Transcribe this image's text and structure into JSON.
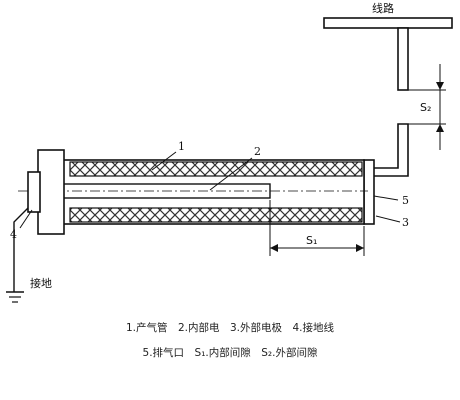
{
  "labels": {
    "line": "线路",
    "ground": "接地",
    "s_outer": "S₂",
    "s_inner": "S₁",
    "callouts": [
      "1",
      "2",
      "4",
      "5",
      "3"
    ]
  },
  "legend": {
    "row1": "1.产气管　2.内部电　3.外部电极　4.接地线",
    "row2": "5.排气口　S₁.内部间隙　S₂.外部间隙"
  }
}
